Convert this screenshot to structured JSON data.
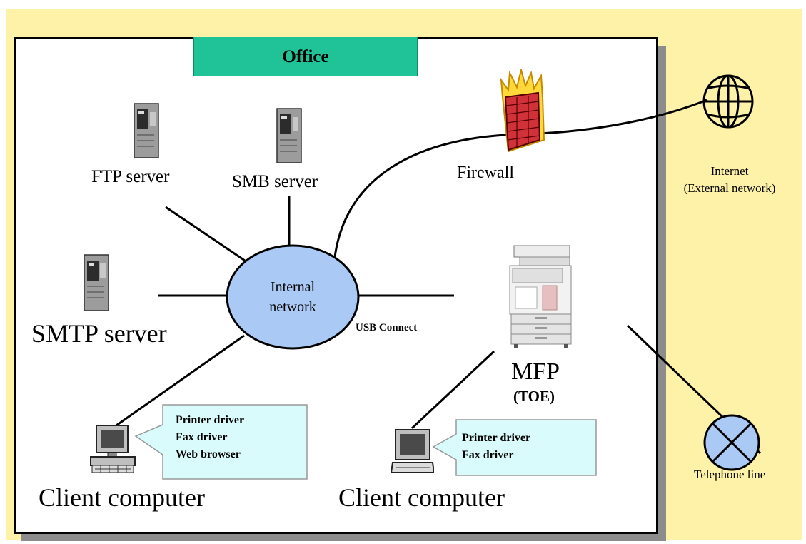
{
  "office": {
    "title": "Office"
  },
  "nodes": {
    "ftp": "FTP server",
    "smb": "SMB server",
    "smtp": "SMTP server",
    "firewall": "Firewall",
    "internet_line1": "Internet",
    "internet_line2": "(External network)",
    "network_line1": "Internal",
    "network_line2": "network",
    "usb": "USB Connect",
    "mfp": "MFP",
    "toe": "(TOE)",
    "phone": "Telephone line",
    "client_left": "Client computer",
    "client_right": "Client computer"
  },
  "callouts": {
    "left": [
      "Printer driver",
      "Fax driver",
      "Web browser"
    ],
    "right": [
      "Printer driver",
      "Fax driver"
    ]
  },
  "colors": {
    "background": "#fef1a8",
    "office_tab": "#20c297",
    "network": "#aac9f4",
    "callout": "#d9fbfb",
    "firewall": "#d1323a"
  },
  "icons": [
    "server-icon",
    "globe-icon",
    "firewall-icon",
    "printer-icon",
    "computer-icon",
    "telephone-icon"
  ]
}
